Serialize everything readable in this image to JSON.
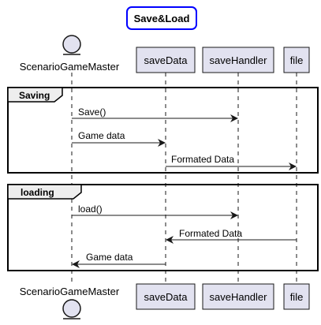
{
  "title": "Save&Load",
  "participants": {
    "actor": "ScenarioGameMaster",
    "p1": "saveData",
    "p2": "saveHandler",
    "p3": "file"
  },
  "groups": {
    "saving": "Saving",
    "loading": "loading"
  },
  "messages": {
    "m1": "Save()",
    "m2": "Game data",
    "m3": "Formated Data",
    "m4": "load()",
    "m5": "Formated Data",
    "m6": "Game data"
  },
  "colors": {
    "participant_fill": "#e2e2f0",
    "participant_stroke": "#181818",
    "title_border": "#0000ff",
    "group_header": "#eeeeee"
  }
}
